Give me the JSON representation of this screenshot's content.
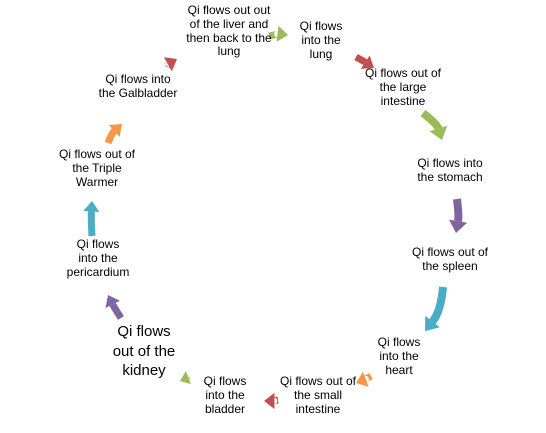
{
  "nodes": [
    {
      "id": "liver",
      "text": "Qi flows out out of the liver and then back to the lung"
    },
    {
      "id": "lung",
      "text": "Qi flows into the lung"
    },
    {
      "id": "large-intestine",
      "text": "Qi flows out of the large intestine"
    },
    {
      "id": "stomach",
      "text": "Qi flows into the stomach"
    },
    {
      "id": "spleen",
      "text": "Qi flows out of the spleen"
    },
    {
      "id": "heart",
      "text": "Qi flows into the heart"
    },
    {
      "id": "small-intestine",
      "text": "Qi flows out of the small intestine"
    },
    {
      "id": "bladder",
      "text": "Qi flows into the bladder"
    },
    {
      "id": "kidney",
      "text": "Qi flows out of the kidney"
    },
    {
      "id": "pericardium",
      "text": "Qi flows into the pericardium"
    },
    {
      "id": "triple-warmer",
      "text": "Qi flows out of the Triple Warmer"
    },
    {
      "id": "gallbladder",
      "text": "Qi flows into the Galbladder"
    }
  ],
  "arrow_colors": {
    "red": "#c0504d",
    "green": "#9bbb59",
    "purple": "#8064a2",
    "teal": "#4bacc6",
    "orange": "#f79646"
  }
}
